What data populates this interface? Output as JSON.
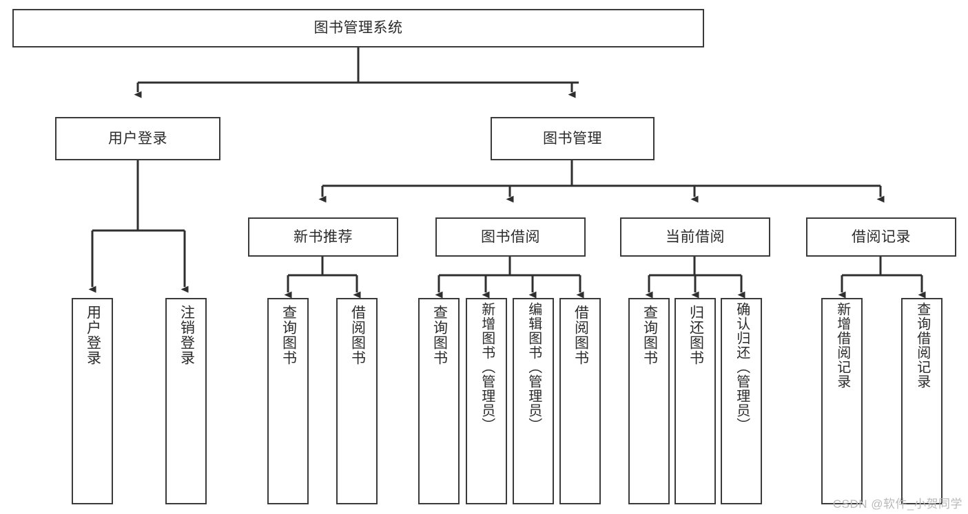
{
  "diagram": {
    "type": "tree",
    "title": "图书管理系统",
    "root": {
      "id": "root",
      "label": "图书管理系统"
    },
    "level2": [
      {
        "id": "user-login",
        "label": "用户登录"
      },
      {
        "id": "book-manage",
        "label": "图书管理"
      }
    ],
    "level3": [
      {
        "id": "new-book-rec",
        "label": "新书推荐",
        "parent": "book-manage"
      },
      {
        "id": "book-borrow",
        "label": "图书借阅",
        "parent": "book-manage"
      },
      {
        "id": "current-borrow",
        "label": "当前借阅",
        "parent": "book-manage"
      },
      {
        "id": "borrow-record",
        "label": "借阅记录",
        "parent": "book-manage"
      }
    ],
    "leaves": [
      {
        "id": "leaf-user-login",
        "label": "用户登录",
        "parent": "user-login"
      },
      {
        "id": "leaf-logout",
        "label": "注销登录",
        "parent": "user-login"
      },
      {
        "id": "leaf-query-book-1",
        "label": "查询图书",
        "parent": "new-book-rec"
      },
      {
        "id": "leaf-borrow-book-1",
        "label": "借阅图书",
        "parent": "new-book-rec"
      },
      {
        "id": "leaf-query-book-2",
        "label": "查询图书",
        "parent": "book-borrow"
      },
      {
        "id": "leaf-add-book",
        "label": "新增图书（管理员）",
        "parent": "book-borrow"
      },
      {
        "id": "leaf-edit-book",
        "label": "编辑图书（管理员）",
        "parent": "book-borrow"
      },
      {
        "id": "leaf-borrow-book-2",
        "label": "借阅图书",
        "parent": "book-borrow"
      },
      {
        "id": "leaf-query-book-3",
        "label": "查询图书",
        "parent": "current-borrow"
      },
      {
        "id": "leaf-return-book",
        "label": "归还图书",
        "parent": "current-borrow"
      },
      {
        "id": "leaf-confirm-return",
        "label": "确认归还（管理员）",
        "parent": "current-borrow"
      },
      {
        "id": "leaf-add-record",
        "label": "新增借阅记录",
        "parent": "borrow-record"
      },
      {
        "id": "leaf-query-record",
        "label": "查询借阅记录",
        "parent": "borrow-record"
      }
    ],
    "colors": {
      "stroke": "#3a3a3a",
      "fill": "#ffffff",
      "text": "#2b2b2b",
      "watermark": "#b9b9b9"
    }
  },
  "watermark": {
    "text": "CSDN @软件_小贺同学"
  }
}
